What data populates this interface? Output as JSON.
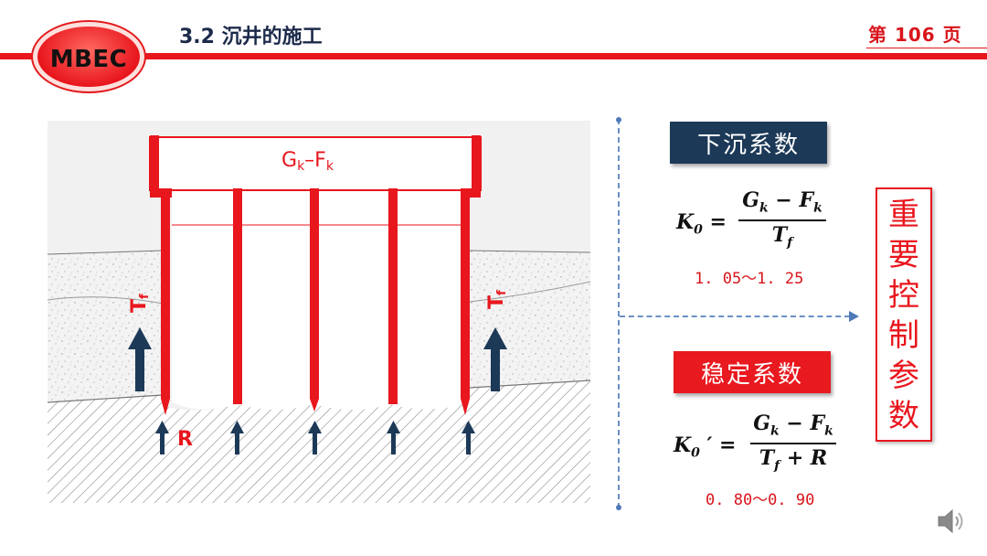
{
  "header": {
    "logo_text": "MBEC",
    "section_title": "3.2 沉井的施工",
    "page_number": "第 106 页",
    "accent_color": "#e8161d"
  },
  "diagram": {
    "load_label_main": "G",
    "load_label_sub1": "k",
    "load_label_mid": "–F",
    "load_label_sub2": "k",
    "friction_label_main": "T",
    "friction_label_sub": "f",
    "reaction_label": "R"
  },
  "subsidence": {
    "title": "下沉系数",
    "lhs_main": "K",
    "lhs_sub": "0",
    "eq": "=",
    "num_g": "G",
    "num_g_sub": "k",
    "num_op": " − F",
    "num_f_sub": "k",
    "den_t": "T",
    "den_t_sub": "f",
    "range": "1. 05～1. 25"
  },
  "stability": {
    "title": "稳定系数",
    "lhs_main": "K",
    "lhs_sub": "0",
    "lhs_prime": " ′ =",
    "num_g": "G",
    "num_g_sub": "k",
    "num_op": " − F",
    "num_f_sub": "k",
    "den_t": "T",
    "den_t_sub": "f",
    "den_plus": " + R",
    "range": "0. 80～0. 90"
  },
  "key_params": {
    "chars": [
      "重",
      "要",
      "控",
      "制",
      "参",
      "数"
    ]
  },
  "icons": {
    "speaker": "speaker-icon"
  }
}
